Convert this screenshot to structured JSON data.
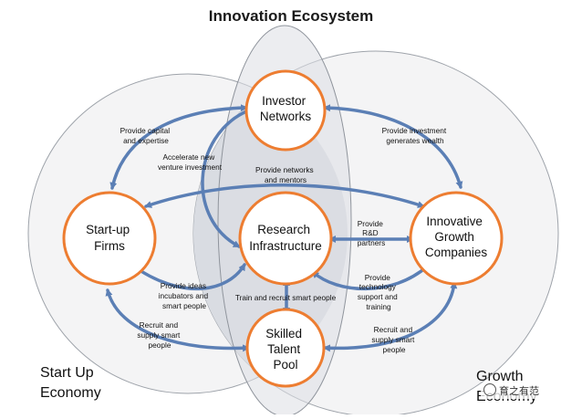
{
  "title": "Innovation Ecosystem",
  "economies": {
    "startup_line1": "Start Up",
    "startup_line2": "Economy",
    "growth_line1": "Growth",
    "growth_line2": "Economy"
  },
  "nodes": {
    "investor": [
      "Investor",
      "Networks"
    ],
    "startup": [
      "Start-up",
      "Firms"
    ],
    "research": [
      "Research",
      "Infrastructure"
    ],
    "innovative": [
      "Innovative",
      "Growth",
      "Companies"
    ],
    "talent": [
      "Skilled",
      "Talent",
      "Pool"
    ]
  },
  "labels": {
    "capital": [
      "Provide capital",
      "and expertise"
    ],
    "accelerate": [
      "Accelerate new",
      "venture investment"
    ],
    "invest_wealth": [
      "Provide investment",
      "generates wealth"
    ],
    "networks": [
      "Provide networks",
      "and mentors"
    ],
    "rd": [
      "Provide",
      "R&D",
      "partners"
    ],
    "ideas": [
      "Provide ideas",
      "incubators  and",
      "smart people"
    ],
    "train": [
      "Train and recruit smart people"
    ],
    "tech": [
      "Provide",
      "technology",
      "support and",
      "training"
    ],
    "recruit_left": [
      "Recruit and",
      "supply smart",
      "people"
    ],
    "recruit_right": [
      "Recruit and",
      "supply smart",
      "people"
    ]
  },
  "watermark": "育之有范",
  "colors": {
    "node_border": "#ed7d31",
    "arrow": "#5b7fb5",
    "overlap_fill": "#d9dce2"
  }
}
